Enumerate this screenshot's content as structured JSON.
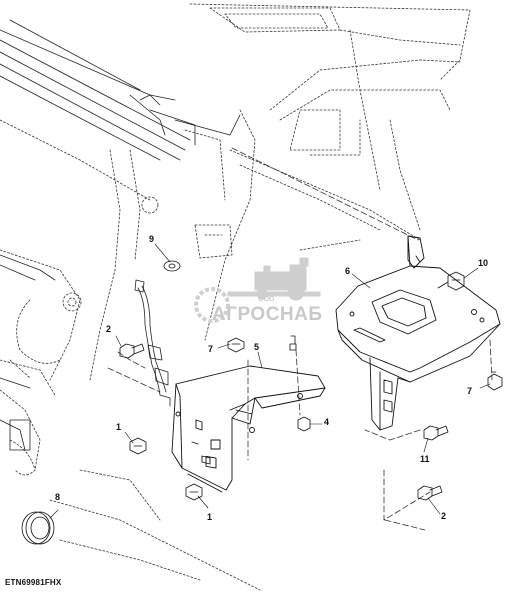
{
  "figure_code": "ETN69981FHX",
  "watermark": {
    "company": "АГРОСНАБ",
    "prefix": "ООО",
    "logo_icon": "tractor-gear-logo"
  },
  "callouts": [
    {
      "label": "1"
    },
    {
      "label": "1"
    },
    {
      "label": "2"
    },
    {
      "label": "2"
    },
    {
      "label": "4"
    },
    {
      "label": "5"
    },
    {
      "label": "6"
    },
    {
      "label": "7"
    },
    {
      "label": "7"
    },
    {
      "label": "8"
    },
    {
      "label": "9"
    },
    {
      "label": "10"
    },
    {
      "label": "11"
    }
  ]
}
